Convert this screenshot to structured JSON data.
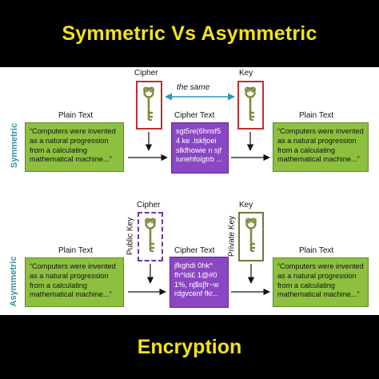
{
  "title": "Symmetric Vs Asymmetric",
  "footer": "Encryption",
  "symmetric": {
    "section_label": "Symmetric",
    "cipher_label": "Cipher",
    "key_label": "Key",
    "same_label": "the same",
    "plain_left_label": "Plain Text",
    "cipher_text_label": "Cipher Text",
    "plain_right_label": "Plain Text",
    "plain_left_text": "“Computers were invented\nas a natural progression\nfrom a calculating\nmathematical machine...”",
    "cipher_text": "sgt5re(6hnsf5\n4 ke .lskfjoei\nslkfhowie n sjf\niunehfoigtrb ...",
    "plain_right_text": "“Computers were invented\nas a natural progression\nfrom a calculating\nmathematical machine...”"
  },
  "asymmetric": {
    "section_label": "Asymmetric",
    "cipher_label": "Cipher",
    "key_label": "Key",
    "public_key_label": "Public Key",
    "private_key_label": "Private Key",
    "plain_left_label": "Plain Text",
    "cipher_text_label": "Cipher Text",
    "plain_right_label": "Plain Text",
    "plain_left_text": "“Computers were invented\nas a natural progression\nfrom a calculating\nmathematical machine...”",
    "cipher_text": "jfkghdi 0hk^\nfh^ldi£ 1@#0\n1%, nj$s[fr~w\nrdgvcenf fkr...",
    "plain_right_text": "“Computers were invented\nas a natural progression\nfrom a calculating\nmathematical machine...”"
  },
  "colors": {
    "title_yellow": "#f2e21c",
    "green": "#8dc03f",
    "purple": "#8b47c2",
    "cipher_red": "#b83232",
    "teal_arrow": "#2b9ab0",
    "key_olive": "#6f7a3a"
  },
  "icons": [
    "key-icon"
  ]
}
